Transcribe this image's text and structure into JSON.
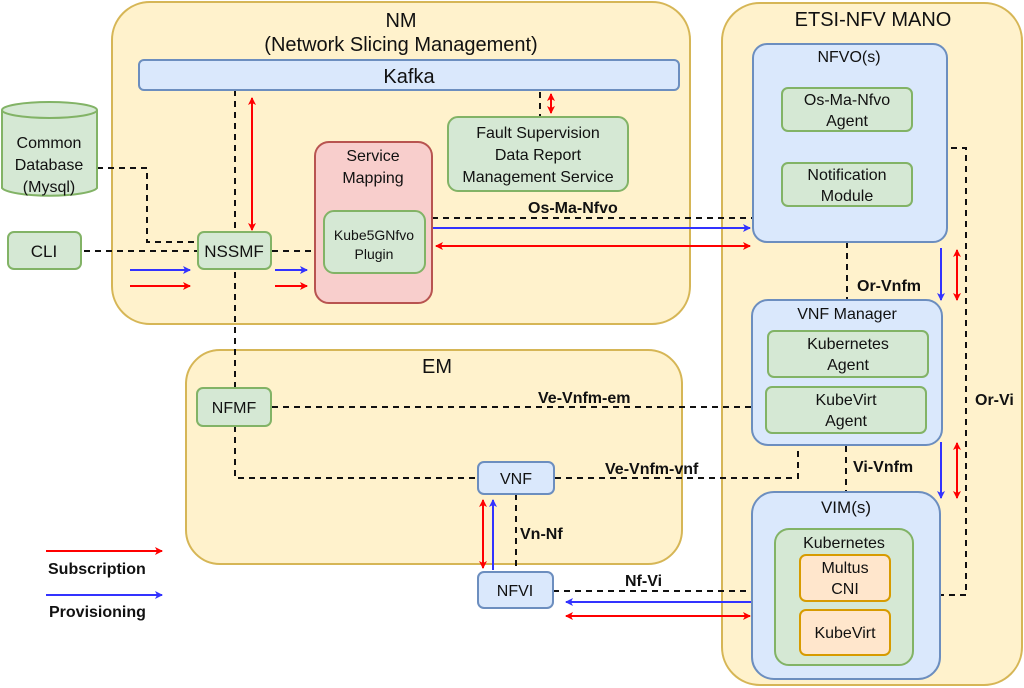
{
  "groups": {
    "nm": {
      "title": "NM",
      "subtitle": "(Network Slicing Management)"
    },
    "em": {
      "title": "EM"
    },
    "mano": {
      "title": "ETSI-NFV MANO"
    }
  },
  "nodes": {
    "kafka": "Kafka",
    "database": [
      "Common",
      "Database",
      "(Mysql)"
    ],
    "cli": "CLI",
    "nssmf": "NSSMF",
    "service_mapping": [
      "Service",
      "Mapping"
    ],
    "plugin": [
      "Kube5GNfvo",
      "Plugin"
    ],
    "fault": [
      "Fault Supervision",
      "Data Report",
      "Management Service"
    ],
    "nfvo": "NFVO(s)",
    "osma_agent": [
      "Os-Ma-Nfvo",
      "Agent"
    ],
    "notification": [
      "Notification",
      "Module"
    ],
    "vnfm": "VNF Manager",
    "k8s_agent": [
      "Kubernetes",
      "Agent"
    ],
    "kubevirt_agent": [
      "KubeVirt",
      "Agent"
    ],
    "vim": "VIM(s)",
    "kubernetes": "Kubernetes",
    "multus": [
      "Multus",
      "CNI"
    ],
    "kubevirt": "KubeVirt",
    "nfmf": "NFMF",
    "vnf": "VNF",
    "nfvi": "NFVI"
  },
  "interfaces": {
    "os_ma_nfvo": "Os-Ma-Nfvo",
    "or_vnfm": "Or-Vnfm",
    "or_vi": "Or-Vi",
    "vi_vnfm": "Vi-Vnfm",
    "ve_vnfm_em": "Ve-Vnfm-em",
    "ve_vnfm_vnf": "Ve-Vnfm-vnf",
    "vn_nf": "Vn-Nf",
    "nf_vi": "Nf-Vi"
  },
  "legend": {
    "subscription": {
      "label": "Subscription",
      "color": "#ff0000"
    },
    "provisioning": {
      "label": "Provisioning",
      "color": "#3333ff"
    }
  }
}
